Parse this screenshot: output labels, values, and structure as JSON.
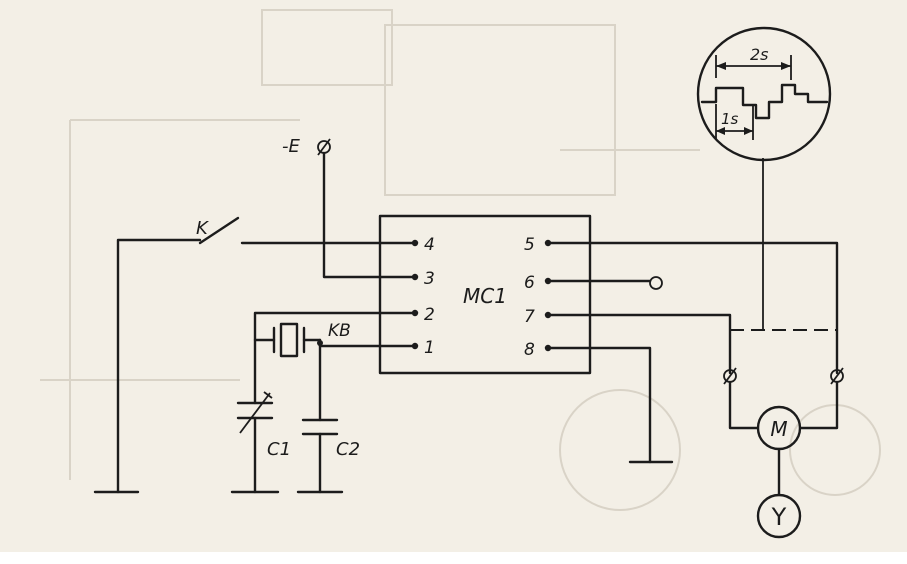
{
  "diagram": {
    "chip_label": "MC1",
    "pins": [
      "1",
      "2",
      "3",
      "4",
      "5",
      "6",
      "7",
      "8"
    ],
    "supply_label": "-E",
    "switch_label": "K",
    "crystal_label": "KB",
    "cap1_label": "C1",
    "cap2_label": "C2",
    "motor_label": "M",
    "load_label": "Y",
    "timing": {
      "period_label": "2s",
      "pulse_label": "1s"
    }
  },
  "colors": {
    "ink": "#1c1c1c",
    "paper": "#f3efe6",
    "ghost": "#d9d3c7"
  }
}
